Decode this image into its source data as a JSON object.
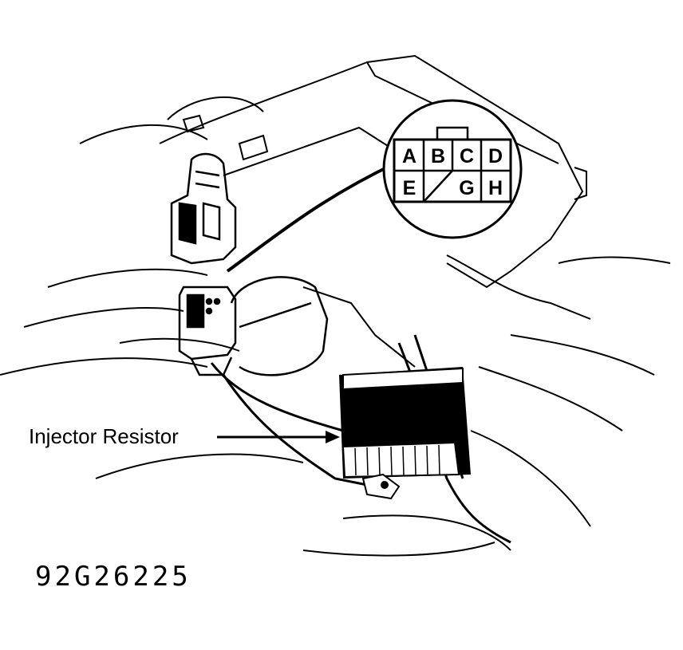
{
  "callout": {
    "label": "Injector Resistor"
  },
  "figure_id": "92G26225",
  "connector_pins": {
    "top_row": [
      "A",
      "B",
      "C",
      "D"
    ],
    "bottom_row": [
      "E",
      "",
      "G",
      "H"
    ]
  },
  "colors": {
    "ink": "#000000",
    "paper": "#ffffff"
  }
}
